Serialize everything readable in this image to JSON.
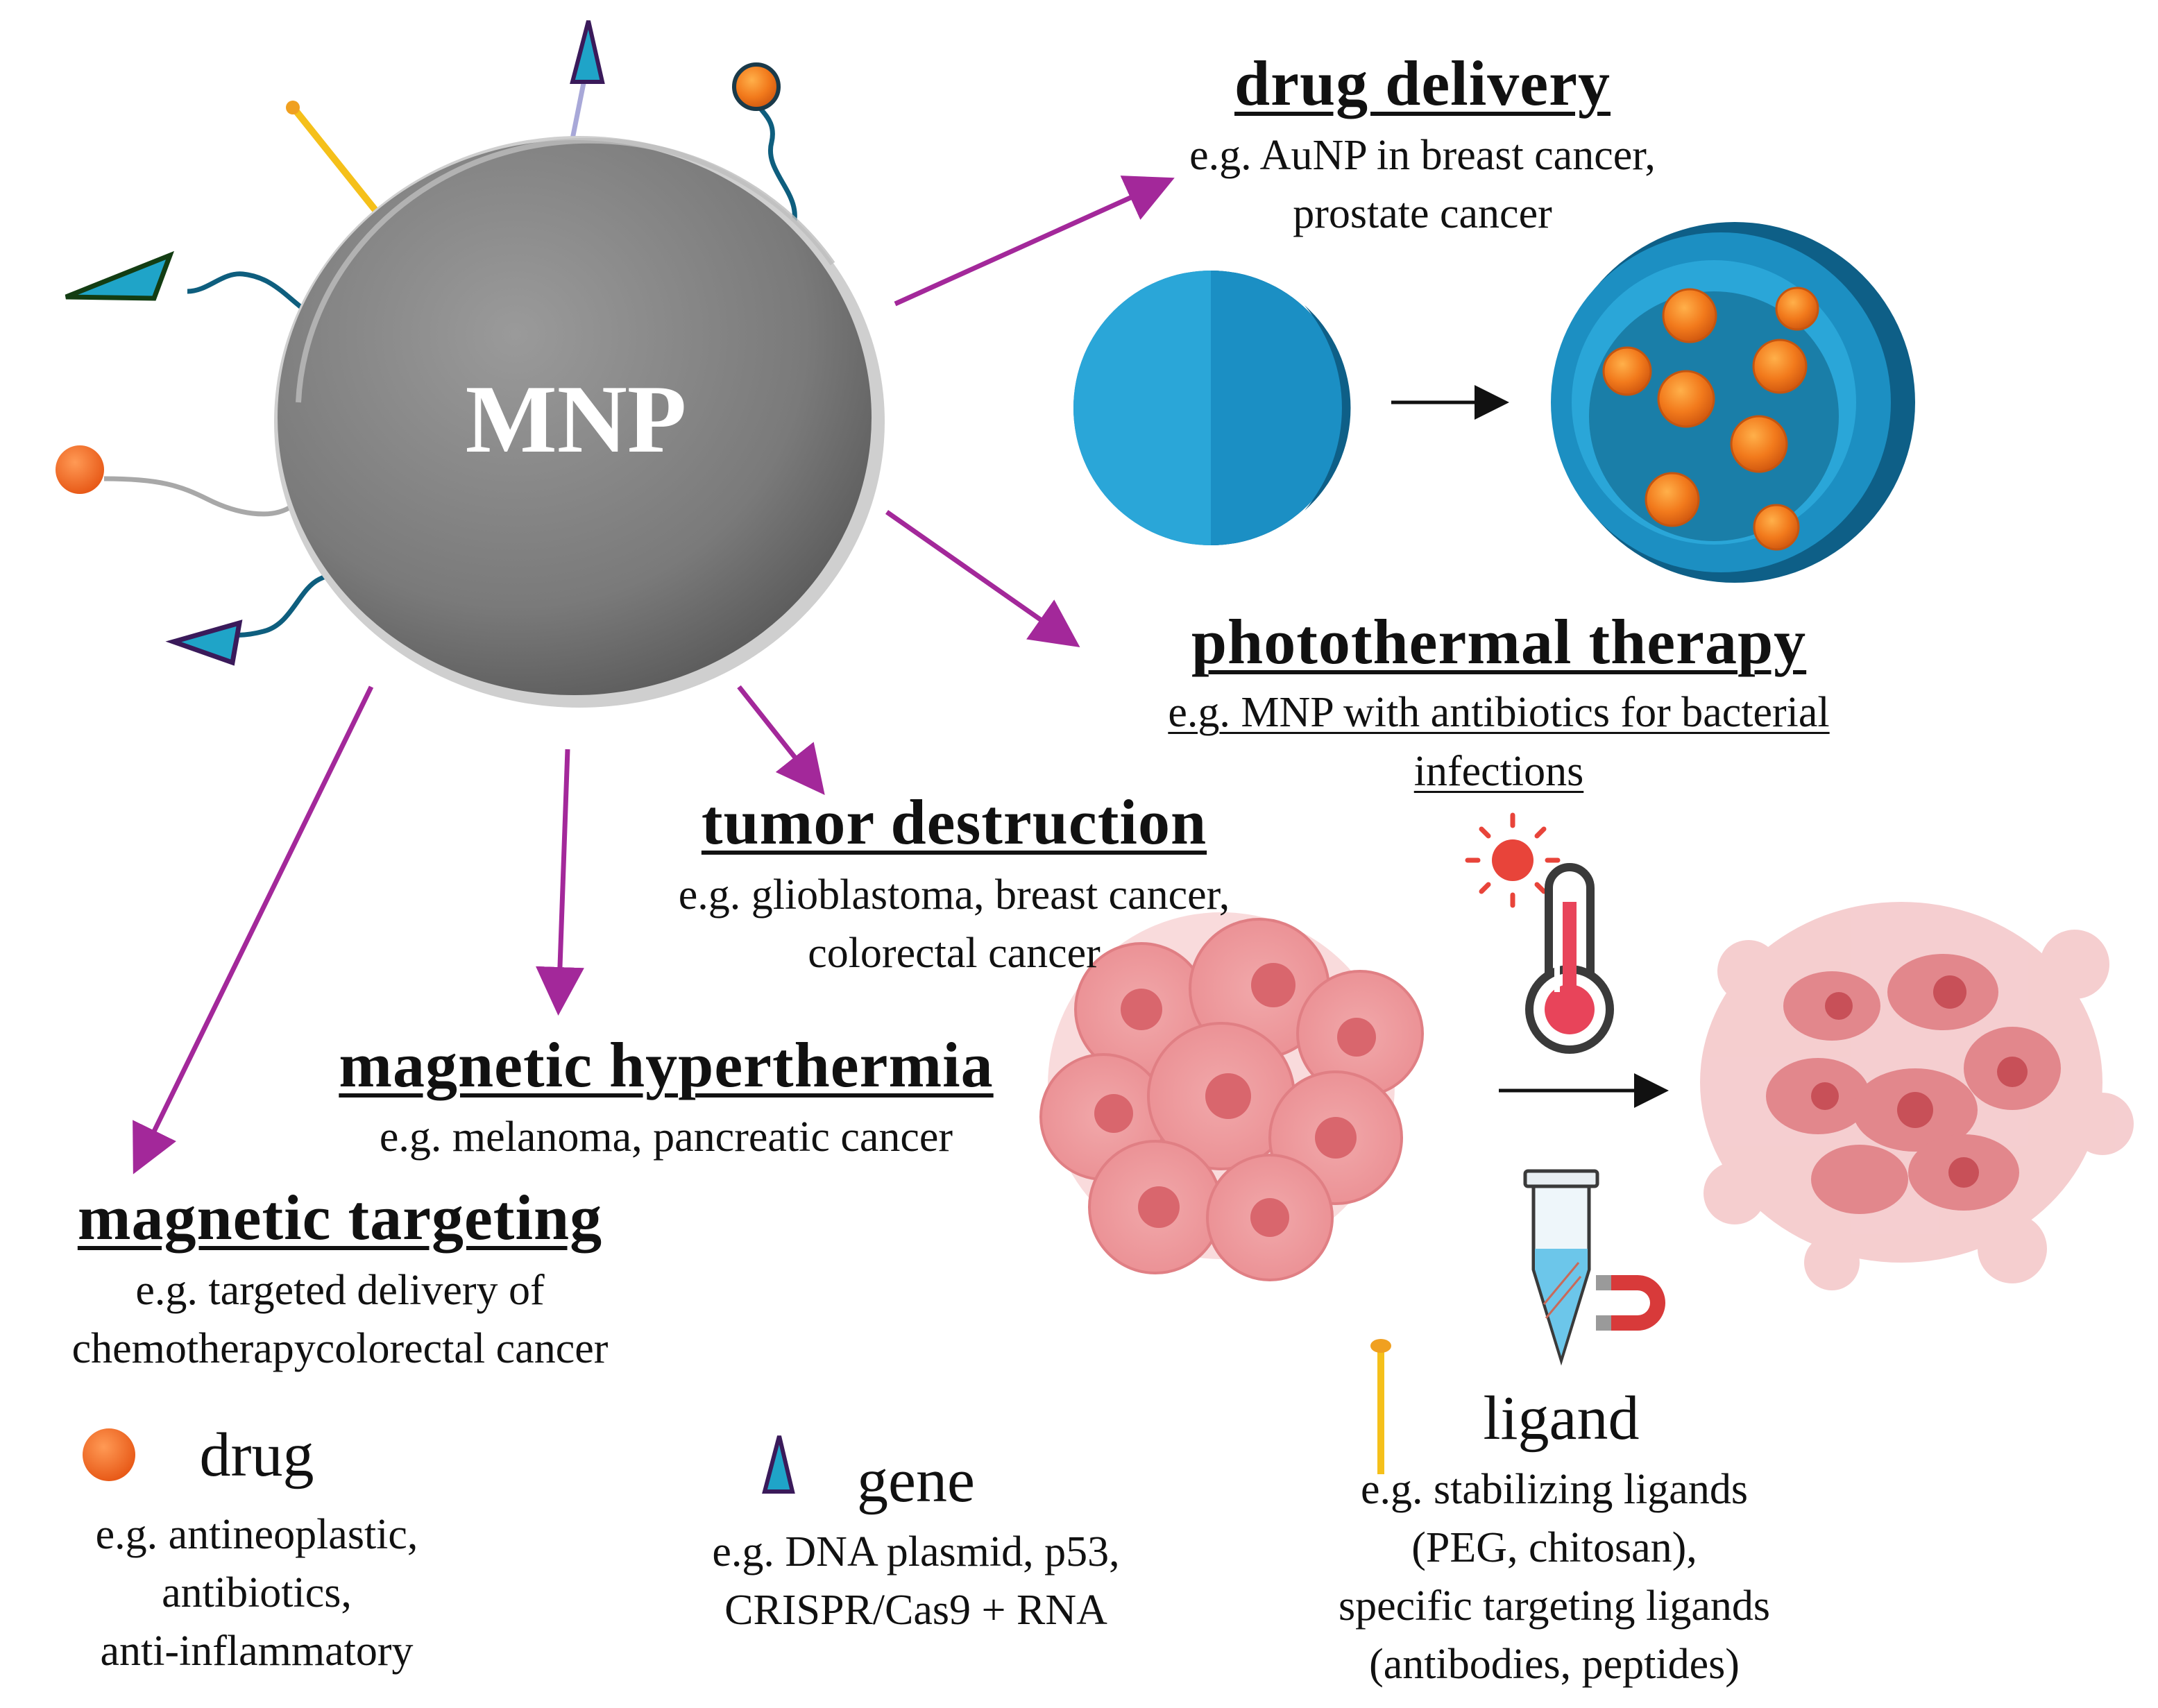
{
  "center": {
    "label": "MNP"
  },
  "applications": {
    "drug_delivery": {
      "title": "drug delivery",
      "lines": [
        "e.g. AuNP in breast cancer,",
        "prostate cancer"
      ]
    },
    "photothermal_therapy": {
      "title": "photothermal therapy",
      "lines": [
        "e.g. MNP with antibiotics for bacterial",
        "infections"
      ]
    },
    "tumor_destruction": {
      "title": "tumor destruction",
      "lines": [
        "e.g. glioblastoma, breast cancer,",
        "colorectal cancer"
      ]
    },
    "magnetic_hyperthermia": {
      "title": "magnetic hyperthermia",
      "lines": [
        "e.g. melanoma, pancreatic cancer"
      ]
    },
    "magnetic_targeting": {
      "title": "magnetic targeting",
      "lines": [
        "e.g. targeted delivery of",
        "chemotherapycolorectal cancer"
      ]
    }
  },
  "legend": {
    "drug": {
      "title": "drug",
      "lines": [
        "e.g. antineoplastic,",
        "antibiotics,",
        "anti-inflammatory"
      ]
    },
    "gene": {
      "title": "gene",
      "lines": [
        "e.g. DNA plasmid, p53,",
        "CRISPR/Cas9 + RNA"
      ]
    },
    "ligand": {
      "title": "ligand",
      "lines": [
        "e.g. stabilizing ligands",
        "(PEG, chitosan),",
        "specific targeting ligands",
        "(antibodies, peptides)"
      ]
    }
  },
  "colors": {
    "arrow": "#a3289a",
    "particle": "#7d7d7d",
    "drug": "#f26a21",
    "gene": "#1fa4c8",
    "ligand": "#f5c01a",
    "shell": "#1d8fc0",
    "tissue": "#e98b90"
  },
  "icons": [
    "mnp-sphere-icon",
    "drug-sphere-icon",
    "gene-cone-icon",
    "ligand-pin-icon",
    "nanocapsule-icon",
    "sun-icon",
    "thermometer-icon",
    "tube-icon",
    "magnet-icon",
    "tumor-cells-icon"
  ]
}
